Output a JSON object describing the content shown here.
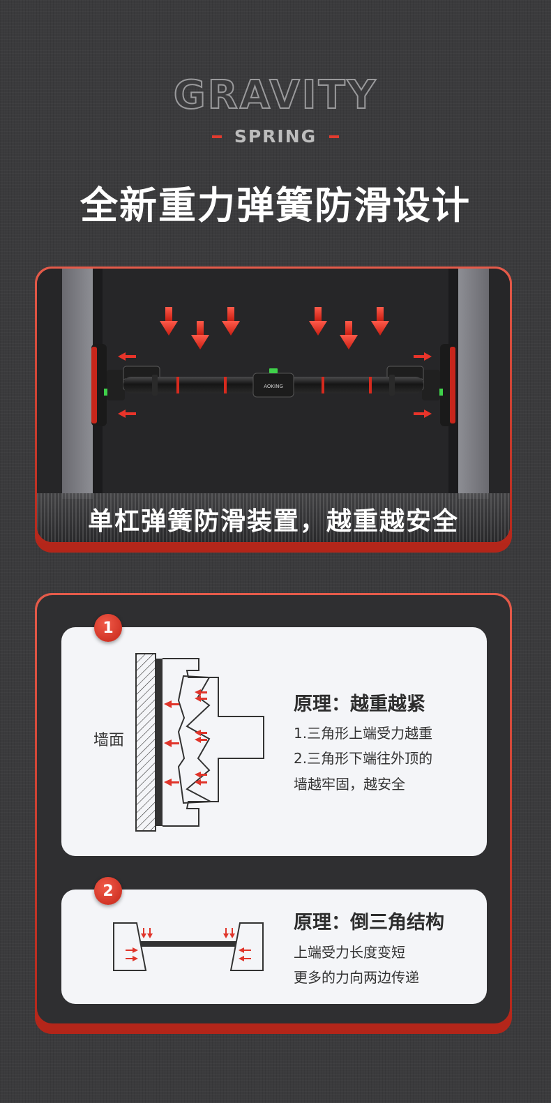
{
  "header": {
    "brand": "GRAVITY",
    "sub": "SPRING",
    "headline": "全新重力弹簧防滑设计"
  },
  "product_panel": {
    "bar_logo": "AOKING",
    "caption": "单杠弹簧防滑装置，越重越安全"
  },
  "principles": [
    {
      "badge": "1",
      "wall_label": "墙面",
      "title": "原理：越重越紧",
      "lines": [
        "1.三角形上端受力越重",
        "2.三角形下端往外顶的",
        "墙越牢固，越安全"
      ]
    },
    {
      "badge": "2",
      "title": "原理：倒三角结构",
      "lines": [
        "上端受力长度变短",
        "更多的力向两边传递"
      ]
    }
  ],
  "colors": {
    "accent": "#e13b2f",
    "background": "#3b3b3d",
    "card": "#f4f5f8"
  }
}
